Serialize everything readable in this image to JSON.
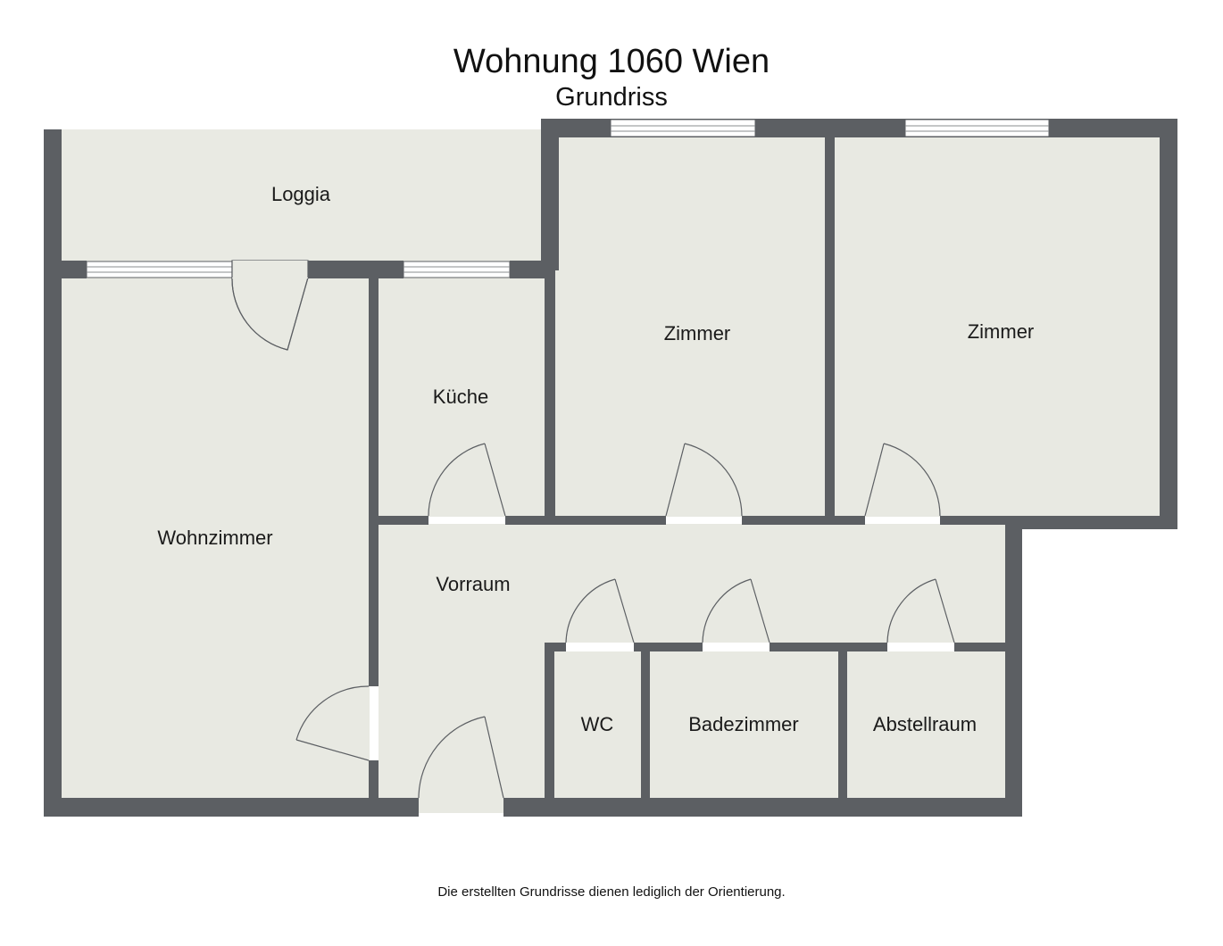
{
  "header": {
    "title": "Wohnung 1060 Wien",
    "subtitle": "Grundriss"
  },
  "rooms": {
    "loggia": "Loggia",
    "wohnzimmer": "Wohnzimmer",
    "kueche": "Küche",
    "zimmer_1": "Zimmer",
    "zimmer_2": "Zimmer",
    "vorraum": "Vorraum",
    "wc": "WC",
    "badezimmer": "Badezimmer",
    "abstellraum": "Abstellraum"
  },
  "footer": {
    "note": "Die erstellten Grundrisse dienen lediglich der Orientierung."
  },
  "colors": {
    "wall": "#5c5f63",
    "floor": "#e8e9e2",
    "loggia_floor": "#e9eae3",
    "window": "#ffffff"
  }
}
